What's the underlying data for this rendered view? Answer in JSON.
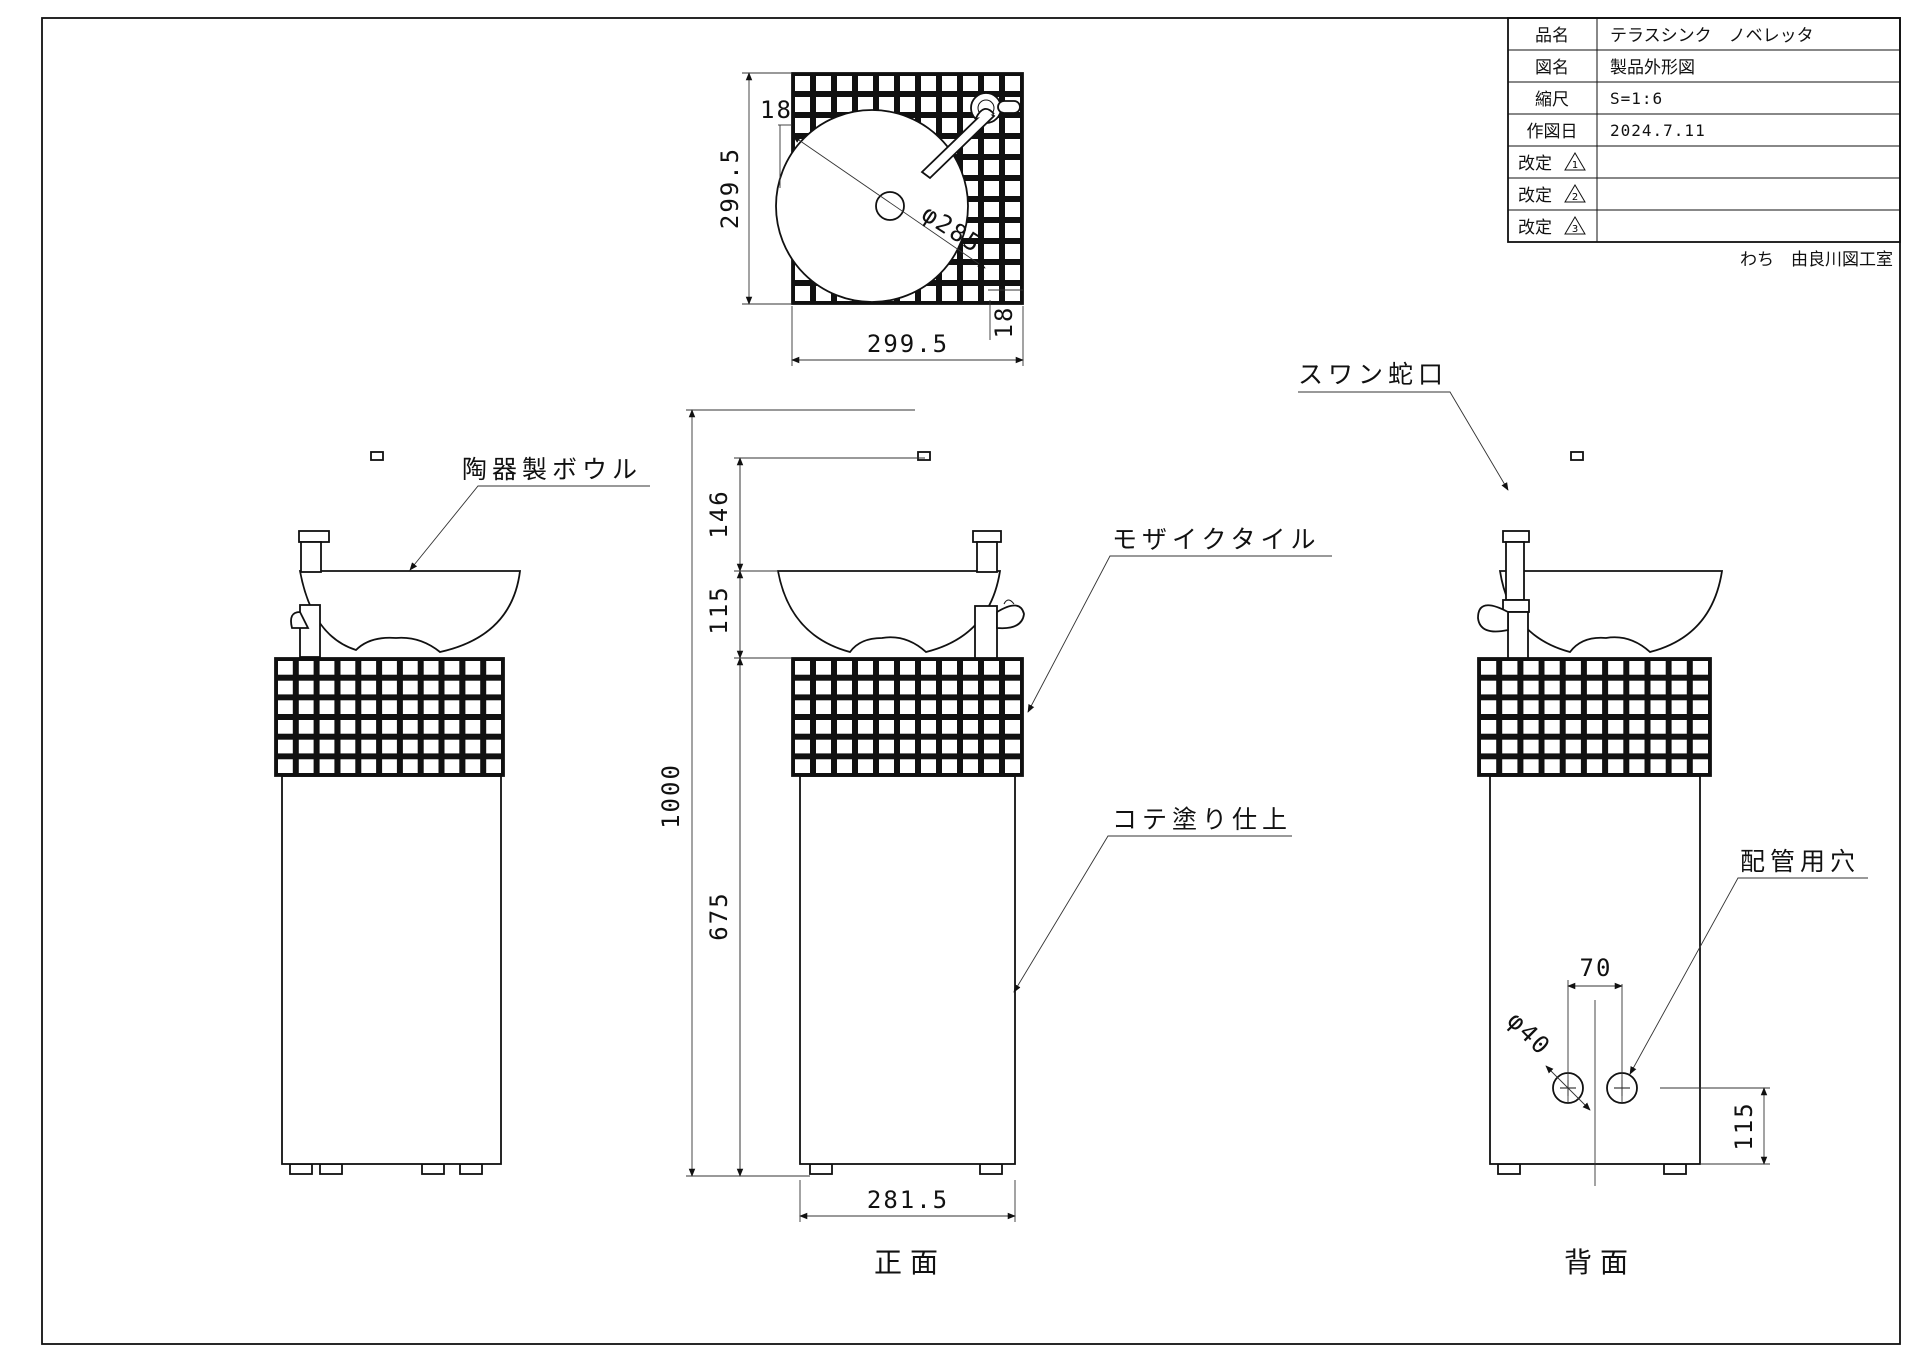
{
  "title_block": {
    "rows": [
      {
        "label": "品名",
        "value": "テラスシンク　ノベレッタ"
      },
      {
        "label": "図名",
        "value": "製品外形図"
      },
      {
        "label": "縮尺",
        "value": "S=1:6"
      },
      {
        "label": "作図日",
        "value": "2024.7.11"
      },
      {
        "label": "改定",
        "value": ""
      },
      {
        "label": "改定",
        "value": ""
      },
      {
        "label": "改定",
        "value": ""
      }
    ],
    "revision_marks": [
      "1",
      "2",
      "3"
    ],
    "author": "わち　由良川図工室"
  },
  "plan_view": {
    "dim_height": "299.5",
    "dim_width": "299.5",
    "dim_offset_top": "18",
    "dim_offset_bottom": "18",
    "dim_bowl_diameter": "φ285"
  },
  "front_view": {
    "dim_faucet": "146",
    "dim_bowl": "115",
    "dim_total": "1000",
    "dim_body": "675",
    "dim_width": "281.5",
    "caption": "正面"
  },
  "back_view": {
    "dim_pitch": "70",
    "dim_hole": "φ40",
    "dim_hole_height": "115",
    "caption": "背面"
  },
  "labels": {
    "bowl": "陶器製ボウル",
    "tile": "モザイクタイル",
    "finish": "コテ塗り仕上",
    "faucet": "スワン蛇口",
    "pipe_hole": "配管用穴"
  },
  "colors": {
    "line": "#111111",
    "background": "#ffffff"
  }
}
